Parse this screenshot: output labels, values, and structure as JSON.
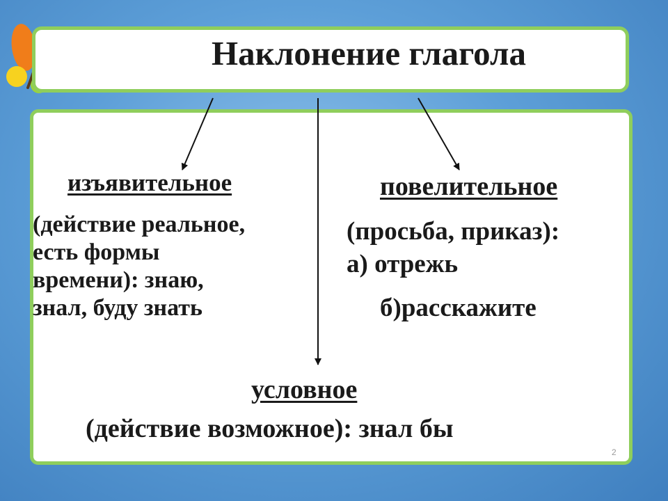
{
  "title": "Наклонение глагола",
  "moods": {
    "indicative": {
      "heading": "изъявительное",
      "description_lines": [
        "(действие реальное,",
        "есть формы",
        "времени): знаю,",
        "знал, буду знать"
      ]
    },
    "imperative": {
      "heading": "повелительное",
      "description": "(просьба, приказ):",
      "example_a": "а) отрежь",
      "example_b": "б)расскажите"
    },
    "conditional": {
      "heading": "условное",
      "description": "(действие возможное): знал бы"
    }
  },
  "page_number": "2",
  "colors": {
    "background": "#5d9fd8",
    "box_border": "#8fce5c",
    "logo_orange": "#f07d1a",
    "logo_blue": "#7ec3f0",
    "logo_yellow": "#f7d21f",
    "logo_green": "#9ad33c"
  }
}
